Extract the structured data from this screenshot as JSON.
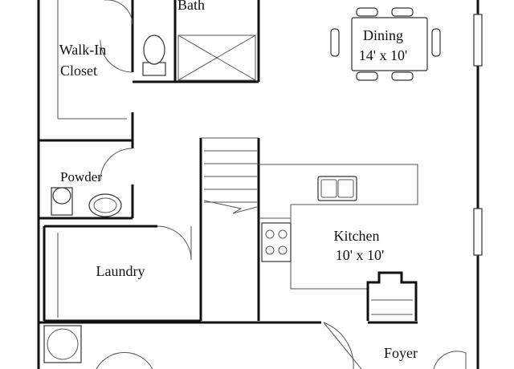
{
  "rooms": {
    "bath": {
      "name": "Bath"
    },
    "walk_in_closet": {
      "line1": "Walk-In",
      "line2": "Closet"
    },
    "dining": {
      "name": "Dining",
      "size": "14' x 10'"
    },
    "powder": {
      "name": "Powder"
    },
    "kitchen": {
      "name": "Kitchen",
      "size": "10' x 10'"
    },
    "laundry": {
      "name": "Laundry"
    },
    "foyer": {
      "name": "Foyer"
    }
  },
  "colors": {
    "wall": "#111111",
    "fixture": "#333333",
    "background": "#ffffff"
  }
}
